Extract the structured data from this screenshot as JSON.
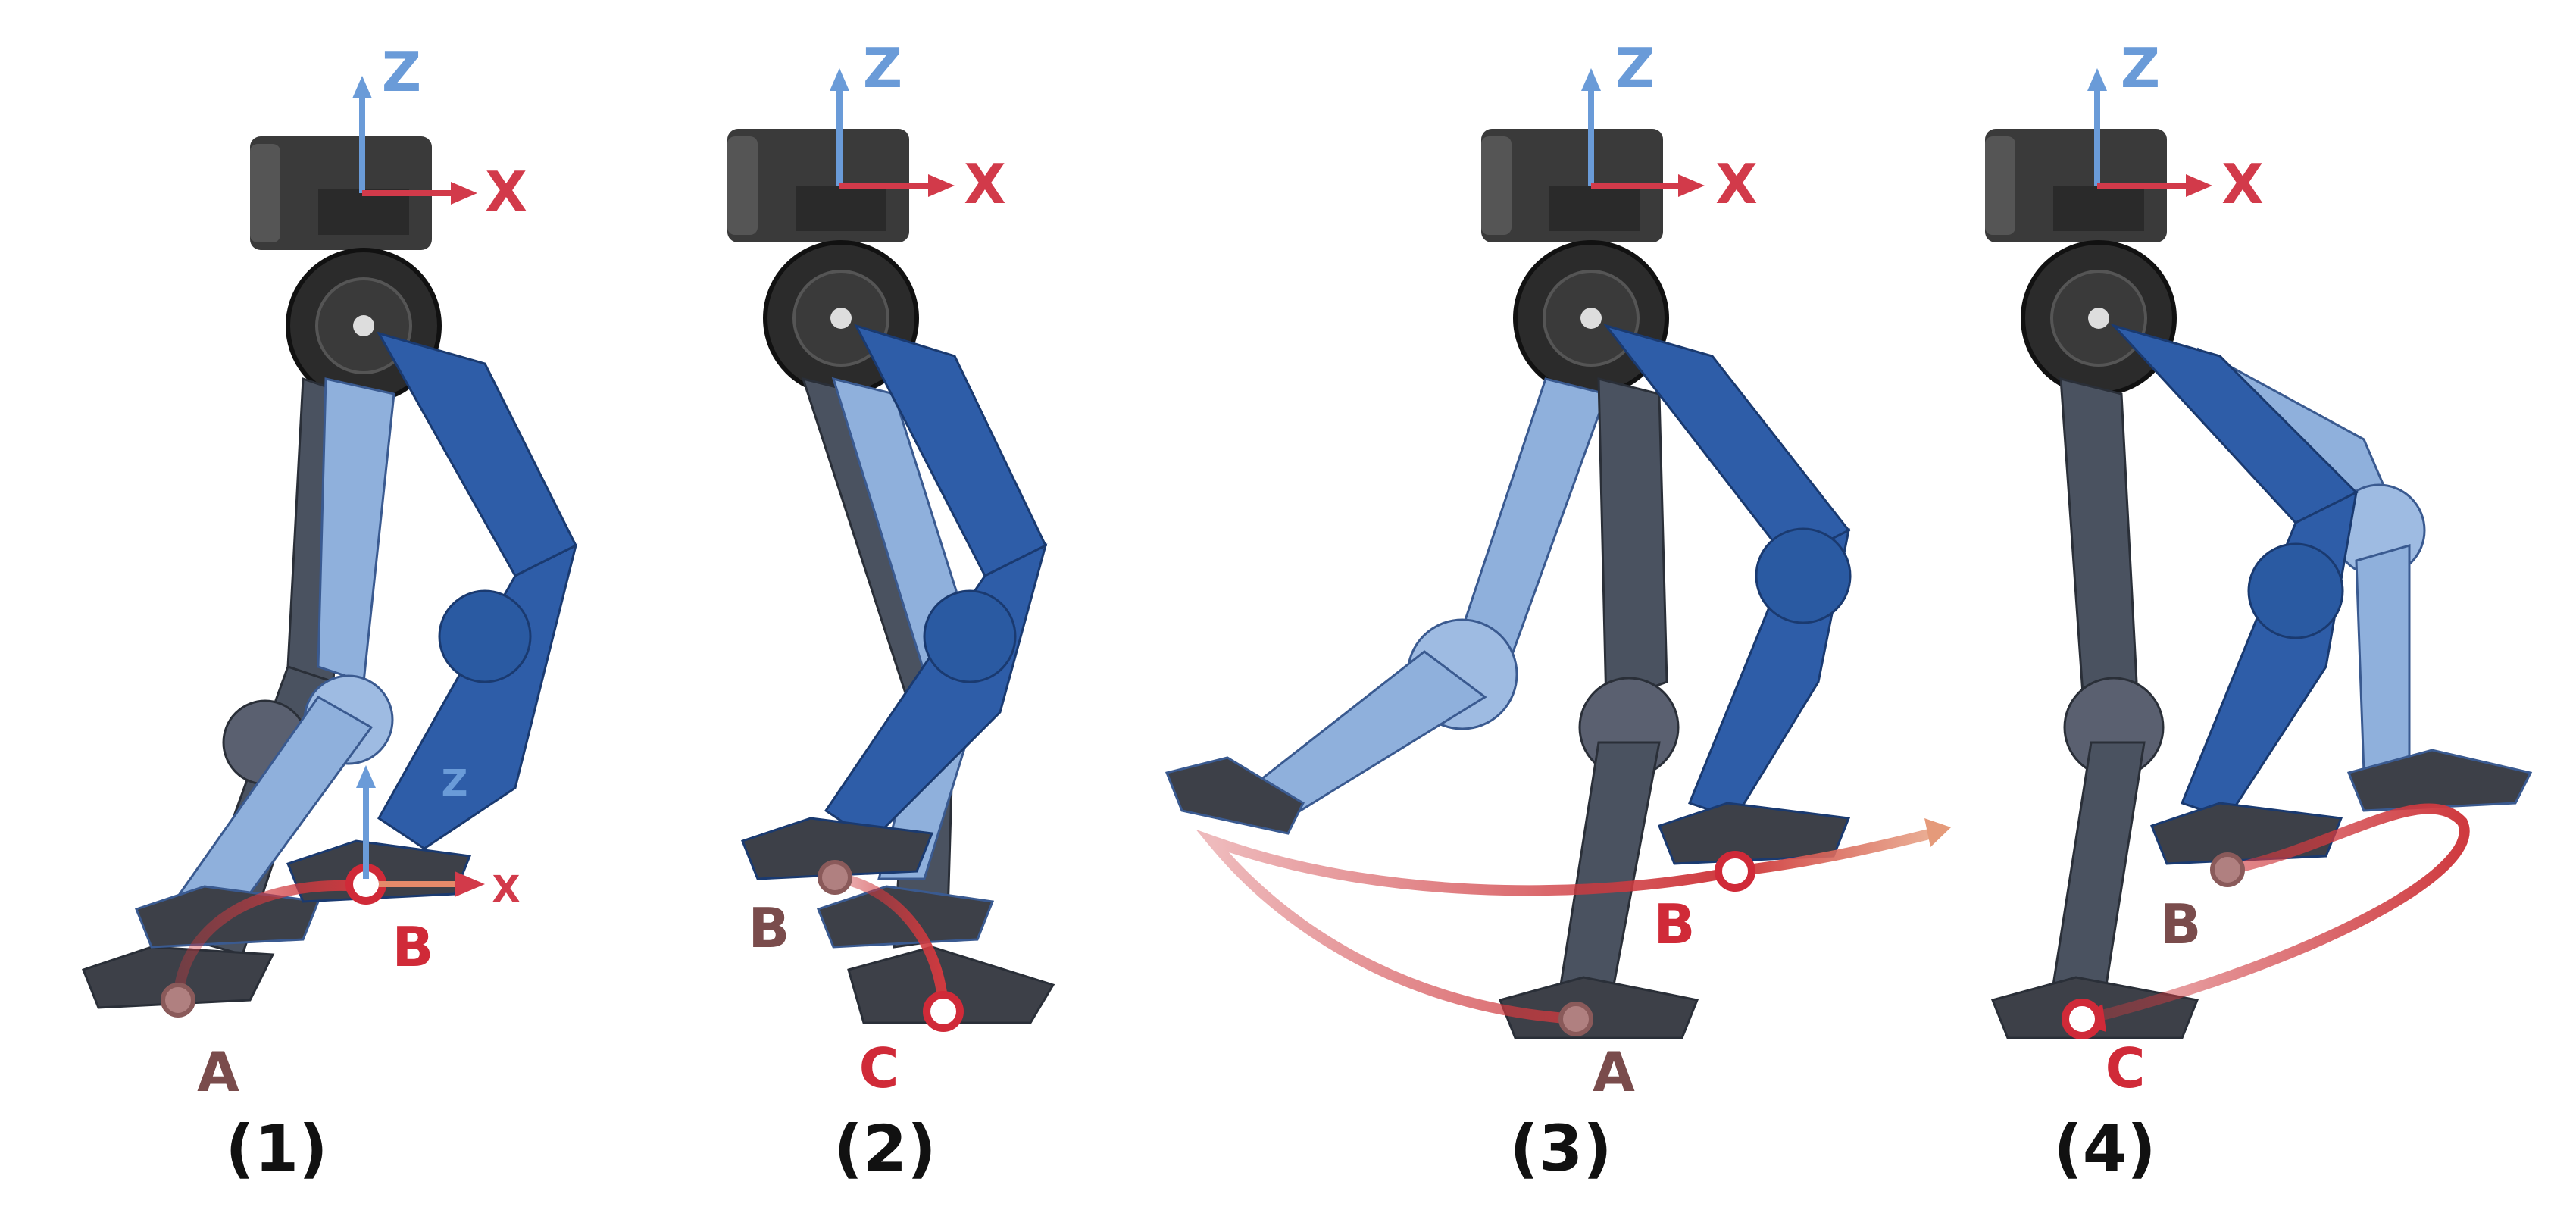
{
  "axes": {
    "z": "Z",
    "x": "X"
  },
  "panels": [
    {
      "label": "(1)",
      "points": [
        "A",
        "B"
      ],
      "local_axes": {
        "z": "Z",
        "x": "X"
      }
    },
    {
      "label": "(2)",
      "points": [
        "B",
        "C"
      ]
    },
    {
      "label": "(3)",
      "points": [
        "A",
        "B"
      ]
    },
    {
      "label": "(4)",
      "points": [
        "B",
        "C"
      ]
    }
  ],
  "colors": {
    "z_axis": "#6a9bd8",
    "x_axis": "#d23a4a",
    "active_point": "#d02a38",
    "previous_point": "#7a4c4c",
    "trajectory": "#cf3a3f",
    "dark_link": "#4a5260",
    "mid_link": "#2e5da8",
    "light_link": "#8fb0dc",
    "motor": "#2a2a2a",
    "foot": "#3d4048"
  }
}
